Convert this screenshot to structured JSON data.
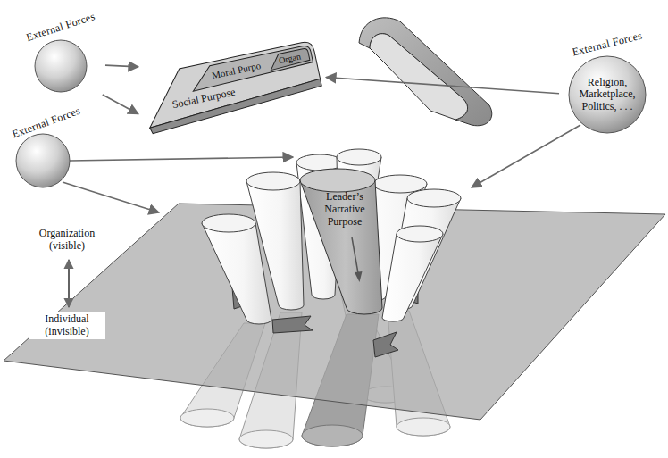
{
  "diagram": {
    "nodes": [
      {
        "text": [
          "External Forces"
        ]
      },
      {
        "text": [
          "Social Purpose"
        ]
      },
      {
        "text": [
          "Moral Purpo"
        ],
        "in": 1
      },
      {
        "text": [
          "Organ"
        ],
        "in": 2
      },
      {
        "text": [
          "External Forces",
          "Religion, Marketplace, Politics, . . ."
        ]
      },
      {
        "text": [
          "External Forces"
        ]
      },
      {
        "text": [
          "Leader’s Narrative Purpose"
        ]
      }
    ],
    "edges": [
      {
        "from": 0,
        "to": 1,
        "arrow": "to"
      },
      {
        "from": 0,
        "to": 1,
        "arrow": "to"
      },
      {
        "from": 4,
        "to": 1,
        "arrow": "to"
      }
    ],
    "labels": [
      "Organization (visible)",
      "Individual (invisible)"
    ]
  }
}
